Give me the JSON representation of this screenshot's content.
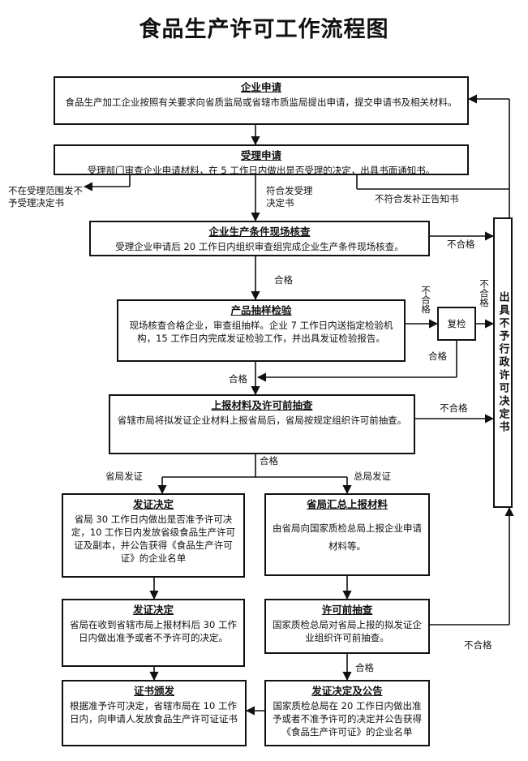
{
  "title": "食品生产许可工作流程图",
  "nodes": {
    "apply": {
      "heading": "企业申请",
      "text": "食品生产加工企业按照有关要求向省质监局或省辖市质监局提出申请，提交申请书及相关材料。"
    },
    "accept": {
      "heading": "受理申请",
      "text": "受理部门审查企业申请材料，在 5 工作日内做出是否受理的决定，出具书面通知书。"
    },
    "inspect": {
      "heading": "企业生产条件现场核查",
      "text": "受理企业申请后 20 工作日内组织审查组完成企业生产条件现场核查。"
    },
    "sample": {
      "heading": "产品抽样检验",
      "text": "现场核查合格企业，审查组抽样。企业 7 工作日内送指定检验机构，15 工作日内完成发证检验工作，并出具发证检验报告。"
    },
    "recheck": {
      "text": "复检"
    },
    "report": {
      "heading": "上报材料及许可前抽查",
      "text": "省辖市局将拟发证企业材料上报省局后，省局按规定组织许可前抽查。"
    },
    "decision_prov": {
      "heading": "发证决定",
      "text": "省局 30 工作日内做出是否准予许可决定，10 工作日内发放省级食品生产许可证及副本，并公告获得《食品生产许可证》的企业名单"
    },
    "summary": {
      "heading": "省局汇总上报材料",
      "text": "由省局向国家质检总局上报企业申请材料等。"
    },
    "decision_city": {
      "heading": "发证决定",
      "text": "省局在收到省辖市局上报材料后 30 工作日内做出准予或者不予许可的决定。"
    },
    "pre_check": {
      "heading": "许可前抽查",
      "text": "国家质检总局对省局上报的拟发证企业组织许可前抽查。"
    },
    "issue": {
      "heading": "证书颁发",
      "text": "根据准予许可决定，省辖市局在 10 工作日内，向申请人发放食品生产许可证证书"
    },
    "decision_nat": {
      "heading": "发证决定及公告",
      "text": "国家质检总局在 20 工作日内做出准予或者不准予许可的决定并公告获得《食品生产许可证》的企业名单"
    },
    "final": {
      "text": "出具不予行政许可决定书"
    }
  },
  "labels": {
    "out_of_scope": "不在受理范围发不予受理决定书",
    "meets": "符合发受理决定书",
    "not_meet": "不符合发补正告知书",
    "fail_inspect": "不合格",
    "pass_inspect": "合格",
    "fail_sample": "不合格",
    "fail_recheck": "不合格",
    "pass_recheck": "合格",
    "pass_sample": "合格",
    "fail_report": "不合格",
    "pass_report": "合格",
    "prov_issue": "省局发证",
    "nat_issue": "总局发证",
    "pass_pre": "合格",
    "fail_pre": "不合格"
  }
}
